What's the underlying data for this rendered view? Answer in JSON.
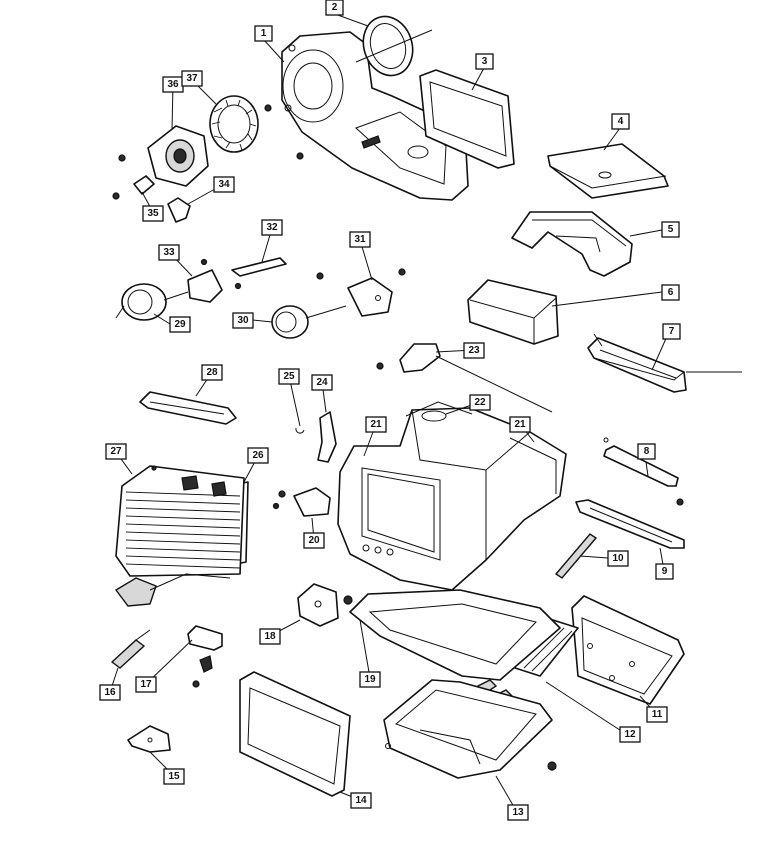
{
  "diagram": {
    "callouts": [
      "1",
      "2",
      "3",
      "4",
      "5",
      "6",
      "7",
      "8",
      "9",
      "10",
      "11",
      "12",
      "13",
      "14",
      "15",
      "16",
      "17",
      "18",
      "19",
      "20",
      "21",
      "21",
      "22",
      "23",
      "24",
      "25",
      "26",
      "27",
      "28",
      "29",
      "30",
      "31",
      "32",
      "33",
      "34",
      "35",
      "36",
      "37"
    ]
  }
}
